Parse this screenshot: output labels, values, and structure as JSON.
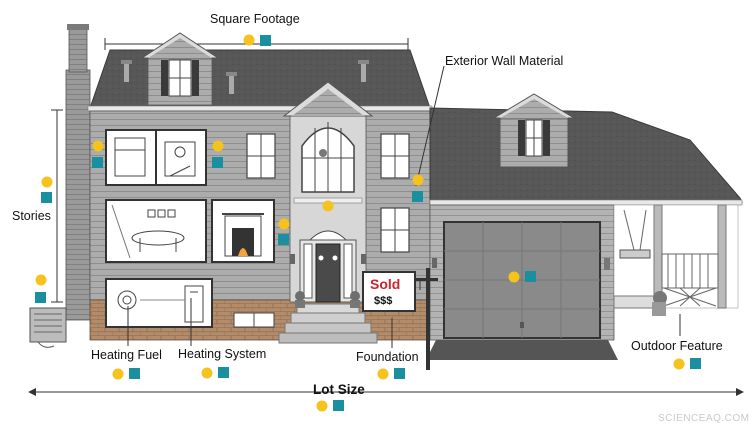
{
  "labels": {
    "square_footage": "Square Footage",
    "exterior_wall_material": "Exterior Wall Material",
    "stories": "Stories",
    "heating_fuel": "Heating Fuel",
    "heating_system": "Heating System",
    "foundation": "Foundation",
    "outdoor_feature": "Outdoor Feature",
    "lot_size": "Lot Size"
  },
  "sign": {
    "line1": "Sold",
    "line2": "$$$"
  },
  "watermark": "SCIENCEAQ.COM",
  "colors": {
    "marker_yellow": "#f6c21c",
    "marker_teal": "#1a8fa0",
    "siding": "#a9a9a9",
    "roof": "#5a5a5a",
    "brick": "#b08a6a",
    "sold_red": "#d2232a"
  }
}
